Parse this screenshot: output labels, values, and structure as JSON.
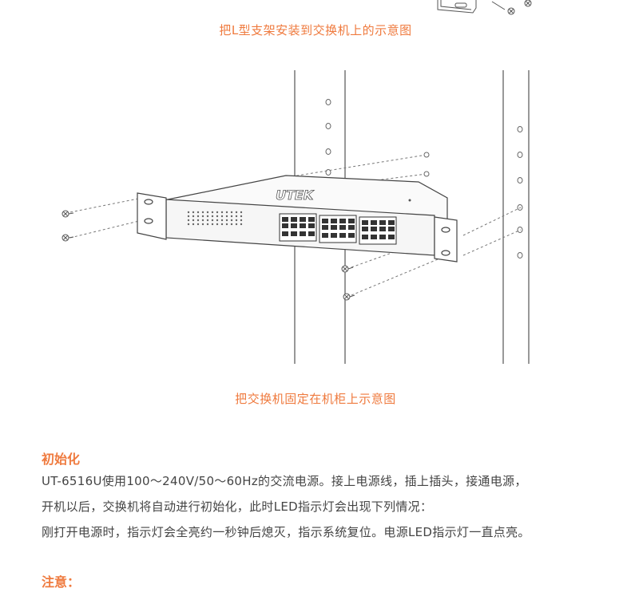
{
  "captions": {
    "bracket": "把L型支架安装到交换机上的示意图",
    "rack": "把交换机固定在机柜上示意图"
  },
  "brand_logo_text": "UTEK",
  "init": {
    "title": "初始化",
    "lines": [
      "UT-6516U使用100～240V/50～60Hz的交流电源。接上电源线，插上插头，接通电源，",
      "开机以后，交换机将自动进行初始化，此时LED指示灯会出现下列情况：",
      "刚打开电源时，指示灯会全亮约一秒钟后熄灭，指示系统复位。电源LED指示灯一直点亮。"
    ]
  },
  "notice": {
    "title": "注意："
  },
  "colors": {
    "accent": "#ef7a3e",
    "text": "#444444",
    "line_art": "#555555"
  }
}
